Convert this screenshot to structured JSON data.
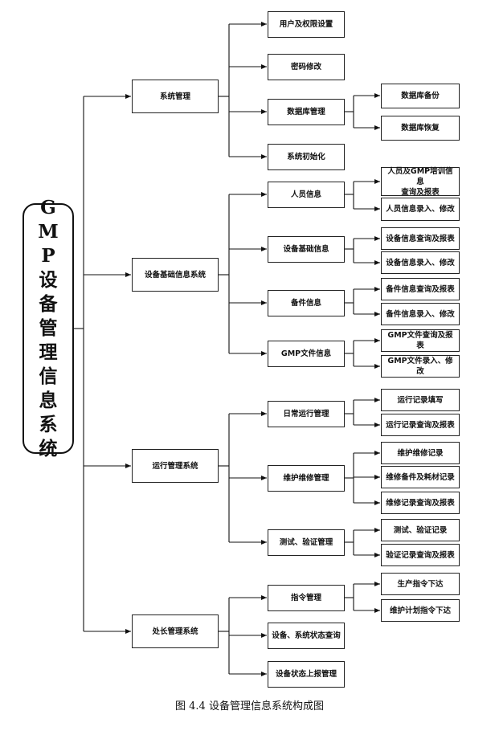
{
  "root": {
    "chars": [
      "G",
      "M",
      "P",
      "设",
      "备",
      "管",
      "理",
      "信",
      "息",
      "系",
      "统"
    ]
  },
  "level1": [
    {
      "label": "系统管理"
    },
    {
      "label": "设备基础信息系统"
    },
    {
      "label": "运行管理系统"
    },
    {
      "label": "处长管理系统"
    }
  ],
  "level2": [
    {
      "label": "用户及权限设置"
    },
    {
      "label": "密码修改"
    },
    {
      "label": "数据库管理"
    },
    {
      "label": "系统初始化"
    },
    {
      "label": "人员信息"
    },
    {
      "label": "设备基础信息"
    },
    {
      "label": "备件信息"
    },
    {
      "label": "GMP文件信息"
    },
    {
      "label": "日常运行管理"
    },
    {
      "label": "维护维修管理"
    },
    {
      "label": "测试、验证管理"
    },
    {
      "label": "指令管理"
    },
    {
      "label": "设备、系统状态查询"
    },
    {
      "label": "设备状态上报管理"
    }
  ],
  "level3": [
    {
      "label": "数据库备份"
    },
    {
      "label": "数据库恢复"
    },
    {
      "label": "人员及GMP培训信息\n查询及报表"
    },
    {
      "label": "人员信息录入、修改"
    },
    {
      "label": "设备信息查询及报表"
    },
    {
      "label": "设备信息录入、修改"
    },
    {
      "label": "备件信息查询及报表"
    },
    {
      "label": "备件信息录入、修改"
    },
    {
      "label": "GMP文件查询及报表"
    },
    {
      "label": "GMP文件录入、修改"
    },
    {
      "label": "运行记录填写"
    },
    {
      "label": "运行记录查询及报表"
    },
    {
      "label": "维护维修记录"
    },
    {
      "label": "维修备件及耗材记录"
    },
    {
      "label": "维修记录查询及报表"
    },
    {
      "label": "测试、验证记录"
    },
    {
      "label": "验证记录查询及报表"
    },
    {
      "label": "生产指令下达"
    },
    {
      "label": "维护计划指令下达"
    }
  ],
  "caption": "图 4.4  设备管理信息系统构成图"
}
